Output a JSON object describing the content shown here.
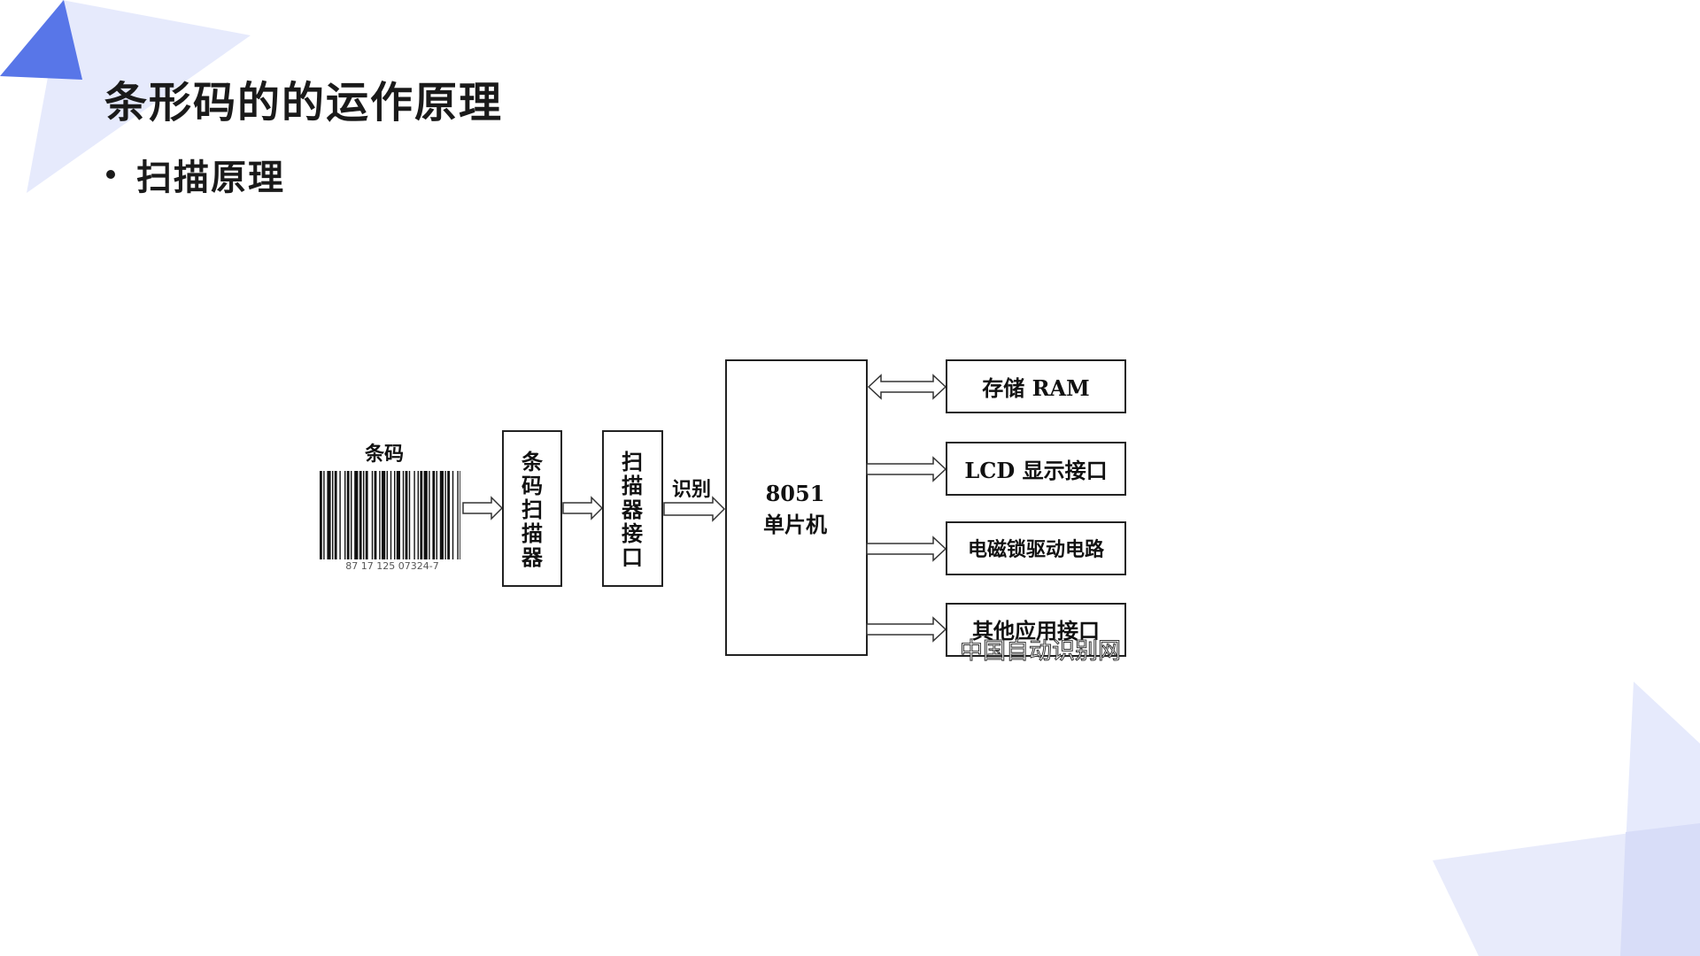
{
  "slide": {
    "title": "条形码的的运作原理",
    "bullet": "扫描原理"
  },
  "diagram": {
    "barcode_label": "条码",
    "barcode_number": "87 17 125 07324-7",
    "scanner_box": [
      "条",
      "码",
      "扫",
      "描",
      "器"
    ],
    "interface_box": [
      "扫",
      "描",
      "器",
      "接",
      "口"
    ],
    "recognize_label": "识别",
    "mcu_line1": "8051",
    "mcu_line2": "单片机",
    "outputs": [
      "存储 RAM",
      "LCD 显示接口",
      "电磁锁驱动电路",
      "其他应用接口"
    ],
    "watermark": "中国自动识别网"
  },
  "colors": {
    "accent_blue": "#5876e8",
    "light_blue": "#e6eafc",
    "text_dark": "#1a1a1a"
  }
}
